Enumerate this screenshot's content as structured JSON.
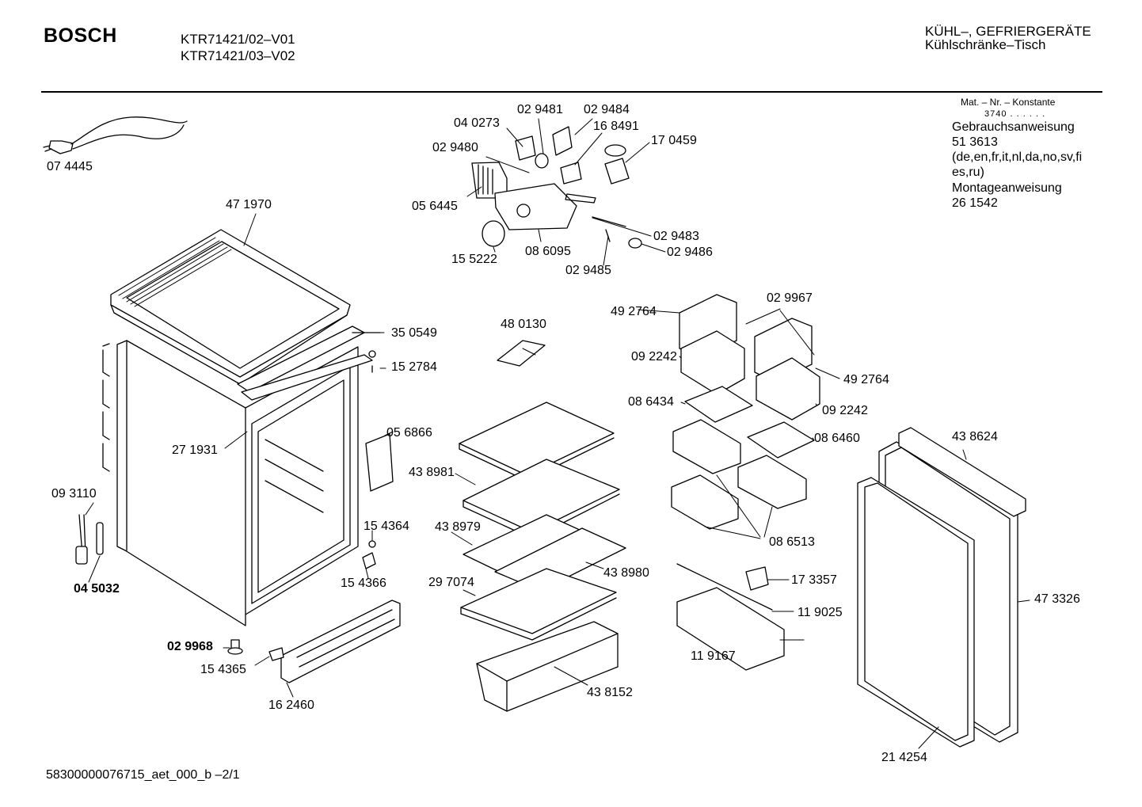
{
  "header": {
    "brand": "BOSCH",
    "models": [
      "KTR71421/02–V01",
      "KTR71421/03–V02"
    ],
    "category_line1": "KÜHL–, GEFRIERGERÄTE",
    "category_line2": "Kühlschränke–Tisch"
  },
  "info_block": {
    "konstante_label": "Mat. – Nr. – Konstante",
    "konstante_value": "3740 . . . . . .",
    "lines": [
      "Gebrauchsanweisung",
      "51 3613",
      "(de,en,fr,it,nl,da,no,sv,fi",
      "es,ru)",
      "Montageanweisung",
      "26 1542"
    ]
  },
  "part_labels": {
    "p074445": "07 4445",
    "p471970": "47 1970",
    "p040273": "04 0273",
    "p029481": "02 9481",
    "p029484": "02 9484",
    "p168491": "16 8491",
    "p170459": "17 0459",
    "p029480": "02 9480",
    "p056445": "05 6445",
    "p155222": "15 5222",
    "p086095": "08 6095",
    "p029483": "02 9483",
    "p029486": "02 9486",
    "p029485": "02 9485",
    "p350549": "35 0549",
    "p152784": "15 2784",
    "p480130": "48 0130",
    "p492764a": "49 2764",
    "p029967": "02 9967",
    "p092242a": "09 2242",
    "p492764b": "49 2764",
    "p092242b": "09 2242",
    "p086434": "08 6434",
    "p086460": "08 6460",
    "p271931": "27 1931",
    "p056866": "05 6866",
    "p438981": "43 8981",
    "p093110": "09 3110",
    "p154364": "15 4364",
    "p438979": "43 8979",
    "p086513": "08 6513",
    "p438624": "43 8624",
    "p045032": "04 5032",
    "p154366": "15 4366",
    "p297074": "29 7074",
    "p438980": "43 8980",
    "p173357": "17 3357",
    "p119025": "11  9025",
    "p473326": "47 3326",
    "p029968": "02 9968",
    "p154365": "15 4365",
    "p119167": "11  9167",
    "p438152": "43 8152",
    "p162460": "16 2460",
    "p214254": "21 4254"
  },
  "footer": {
    "doc_id": "58300000076715_aet_000_b  –2/1"
  }
}
